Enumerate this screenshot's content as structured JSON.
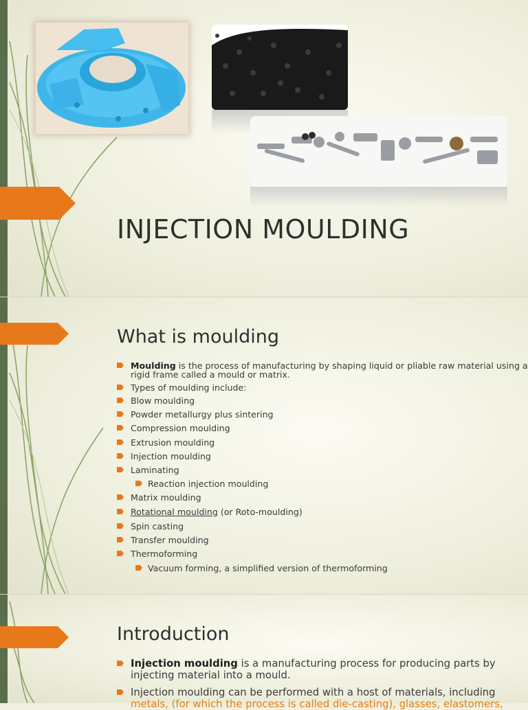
{
  "colors": {
    "accent": "#e8791a",
    "bar": "#5a6e4b",
    "vine": "#8fa468"
  },
  "slide1": {
    "title": "INJECTION MOULDING",
    "images": {
      "part": "blue-injection-moulded-part",
      "pellets": "black-plastic-pellets",
      "metal_parts": "metal-injection-moulded-parts"
    }
  },
  "slide2": {
    "title": "What is moulding",
    "bullets": {
      "b1_bold": "Moulding",
      "b1_text": " is the process of manufacturing by shaping liquid or pliable raw material using a",
      "b1_text2": "rigid frame called a mould or matrix.",
      "b2": "Types of moulding include:",
      "b3": "Blow moulding",
      "b4": "Powder metallurgy plus sintering",
      "b5": "Compression moulding",
      "b6": "Extrusion moulding",
      "b7": "Injection moulding",
      "b8": "Laminating",
      "b8_sub": "Reaction injection moulding",
      "b9": "Matrix moulding",
      "b10_link": "Rotational moulding",
      "b10_text": " (or Roto-moulding)",
      "b11": "Spin casting",
      "b12": "Transfer moulding",
      "b13": "Thermoforming",
      "b13_sub": "Vacuum forming, a simplified version of thermoforming"
    }
  },
  "slide3": {
    "title": "Introduction",
    "bullets": {
      "p1_bold": "Injection moulding",
      "p1_text": " is a manufacturing process for producing parts by",
      "p1_text2": "injecting material into a mould.",
      "p2_text": "Injection moulding can be performed with a host of materials, including",
      "p3_text": "metals, (for which the process is called die-casting), glasses, elastomers,"
    }
  }
}
